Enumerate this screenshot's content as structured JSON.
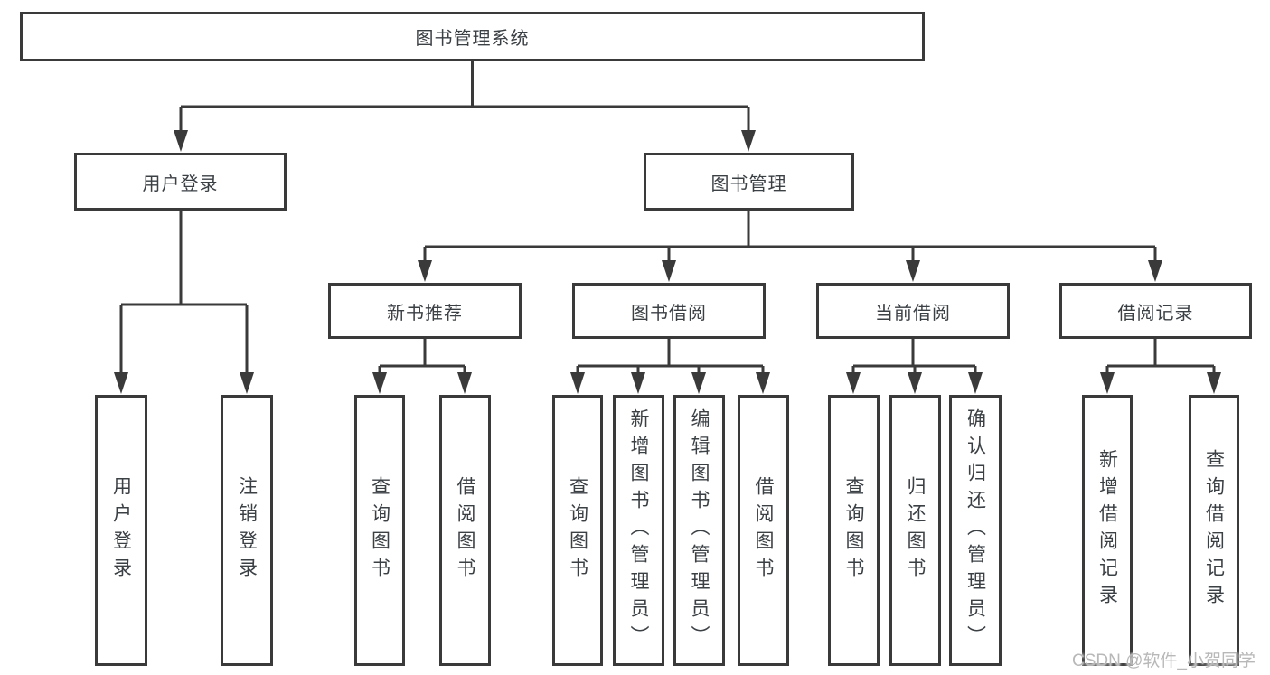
{
  "tree": {
    "root": {
      "label": "图书管理系统"
    },
    "branches": [
      {
        "label": "用户登录",
        "children": [
          {
            "label": "用户登录"
          },
          {
            "label": "注销登录"
          }
        ]
      },
      {
        "label": "图书管理",
        "children": [
          {
            "label": "新书推荐",
            "children": [
              {
                "label": "查询图书"
              },
              {
                "label": "借阅图书"
              }
            ]
          },
          {
            "label": "图书借阅",
            "children": [
              {
                "label": "查询图书"
              },
              {
                "label": "新增图书（管理员）"
              },
              {
                "label": "编辑图书（管理员）"
              },
              {
                "label": "借阅图书"
              }
            ]
          },
          {
            "label": "当前借阅",
            "children": [
              {
                "label": "查询图书"
              },
              {
                "label": "归还图书"
              },
              {
                "label": "确认归还（管理员）"
              }
            ]
          },
          {
            "label": "借阅记录",
            "children": [
              {
                "label": "新增借阅记录"
              },
              {
                "label": "查询借阅记录"
              }
            ]
          }
        ]
      }
    ]
  },
  "watermark": {
    "text": "CSDN @软件_小贺同学"
  },
  "colors": {
    "line": "#3a3a3a",
    "box_border": "#3a3a3a",
    "text": "#3b4045",
    "background": "#ffffff",
    "watermark": "#b8b8b8"
  }
}
